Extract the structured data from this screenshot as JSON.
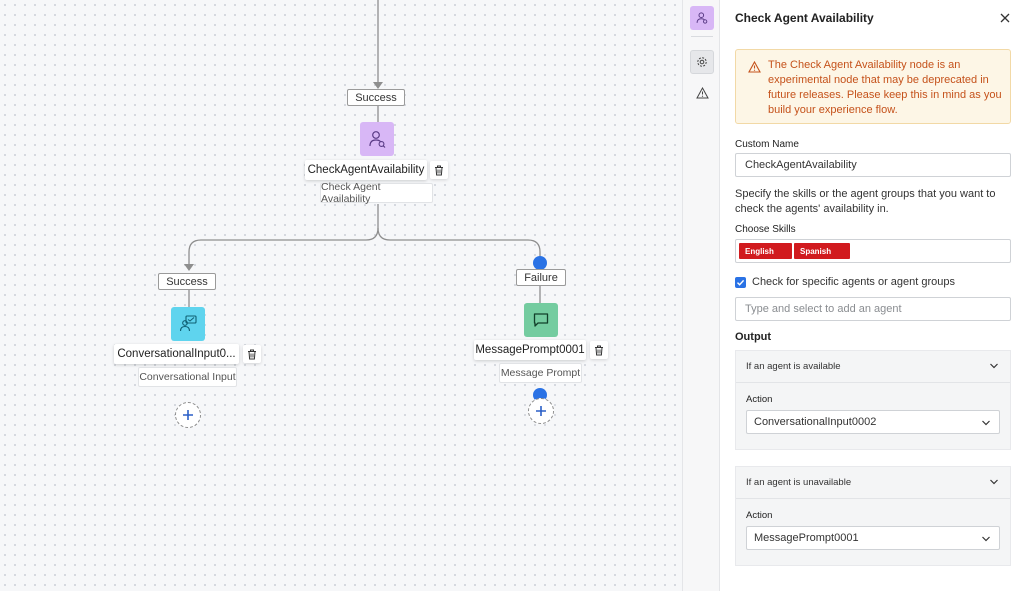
{
  "canvas": {
    "top_condition": "Success",
    "check_node": {
      "name": "CheckAgentAvailability",
      "type": "Check Agent Availability",
      "color": "#d8b7f6"
    },
    "success_label": "Success",
    "failure_label": "Failure",
    "conversational_node": {
      "name": "ConversationalInput0...",
      "type": "Conversational Input",
      "color": "#5fd4ee"
    },
    "message_node": {
      "name": "MessagePrompt0001",
      "type": "Message Prompt",
      "color": "#74cca0"
    }
  },
  "rail": {
    "items": [
      "node-icon",
      "gear-icon",
      "warning-icon"
    ]
  },
  "panel": {
    "title": "Check Agent Availability",
    "warning": "The Check Agent Availability node is an experimental node that may be deprecated in future releases. Please keep this in mind as you build your experience flow.",
    "custom_name_label": "Custom Name",
    "custom_name_value": "CheckAgentAvailability",
    "description": "Specify the skills or the agent groups that you want to check the agents' availability in.",
    "choose_skills_label": "Choose Skills",
    "skills": [
      "English",
      "Spanish"
    ],
    "checkbox_label": "Check for specific agents or agent groups",
    "agent_placeholder": "Type and select to add an agent",
    "output_heading": "Output",
    "available": {
      "header": "If an agent is available",
      "action_label": "Action",
      "action_value": "ConversationalInput0002"
    },
    "unavailable": {
      "header": "If an agent is unavailable",
      "action_label": "Action",
      "action_value": "MessagePrompt0001"
    }
  },
  "colors": {
    "accent": "#2a72e5",
    "chip": "#d11a1e",
    "warning_text": "#c5521b",
    "warning_bg": "#fdf6e6"
  }
}
